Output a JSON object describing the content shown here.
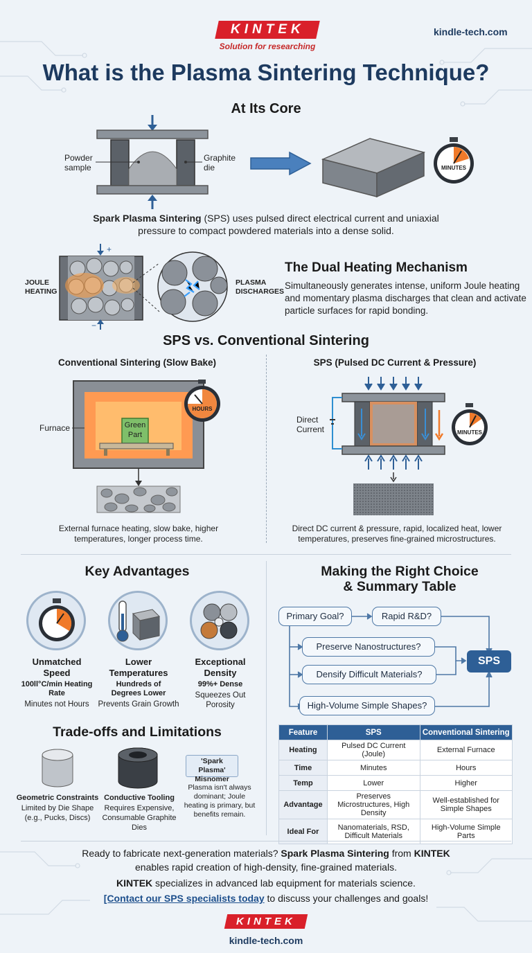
{
  "header": {
    "logo": "KINTEK",
    "tagline": "Solution for researching",
    "domain": "kindle-tech.com"
  },
  "title": "What is the Plasma Sintering Technique?",
  "core": {
    "heading": "At Its Core",
    "label_powder": "Powder sample",
    "label_die": "Graphite die",
    "timer_label": "MINUTES",
    "desc_bold": "Spark Plasma Sintering",
    "desc_rest": " (SPS) uses pulsed direct electrical current and uniaxial pressure to compact powdered materials into a dense solid."
  },
  "dual": {
    "label_joule": "JOULE HEATING",
    "label_plasma": "PLASMA DISCHARGES",
    "heading": "The Dual Heating Mechanism",
    "text": "Simultaneously generates intense, uniform Joule heating and momentary plasma discharges that clean and activate particle surfaces for rapid bonding."
  },
  "comparison": {
    "heading": "SPS vs. Conventional Sintering",
    "left_title": "Conventional Sintering (Slow Bake)",
    "furnace_label": "Furnace",
    "green_part": "Green Part",
    "hours_label": "HOURS",
    "left_desc": "External furnace heating, slow bake, higher temperatures, longer process time.",
    "right_title": "SPS (Pulsed DC Current & Pressure)",
    "current_label": "Direct Current",
    "minutes_label": "MINUTES",
    "right_desc": "Direct DC current & pressure, rapid, localized heat, lower temperatures, preserves fine-grained microstructures."
  },
  "advantages": {
    "heading": "Key Advantages",
    "items": [
      {
        "title": "Unmatched Speed",
        "sub": "100ll°C/min Heating Rate",
        "note": "Minutes not Hours"
      },
      {
        "title": "Lower Temperatures",
        "sub": "Hundreds of Degrees Lower",
        "note": "Prevents Grain Growth"
      },
      {
        "title": "Exceptional Density",
        "sub": "99%+ Dense",
        "note": "Squeezes Out Porosity"
      }
    ]
  },
  "tradeoffs": {
    "heading": "Trade-offs and Limitations",
    "items": [
      {
        "title": "Geometric Constraints",
        "note": "Limited by Die Shape (e.g., Pucks, Discs)"
      },
      {
        "title": "Conductive Tooling",
        "note": "Requires Expensive, Consumable Graphite Dies"
      },
      {
        "title": "'Spark Plasma' Misnomer",
        "note": "Plasma isn't always dominant; Joule heating is primary, but benefits remain."
      }
    ]
  },
  "choice": {
    "heading_line1": "Making the Right Choice",
    "heading_line2": "& Summary Table",
    "flow": {
      "primary_goal": "Primary Goal?",
      "rapid_rd": "Rapid R&D?",
      "preserve": "Preserve Nanostructures?",
      "densify": "Densify Difficult Materials?",
      "high_volume": "High-Volume Simple Shapes?",
      "sps": "SPS"
    },
    "table": {
      "headers": [
        "Feature",
        "SPS",
        "Conventional Sintering"
      ],
      "rows": [
        [
          "Heating",
          "Pulsed DC Current (Joule)",
          "External Furnace"
        ],
        [
          "Time",
          "Minutes",
          "Hours"
        ],
        [
          "Temp",
          "Lower",
          "Higher"
        ],
        [
          "Advantage",
          "Preserves Microstructures, High Density",
          "Well-established for Simple Shapes"
        ],
        [
          "Ideal For",
          "Nanomaterials, RSD, Difficult Materials",
          "High-Volume Simple Parts"
        ]
      ]
    }
  },
  "footer": {
    "line1_a": "Ready to fabricate next-generation materials? ",
    "line1_b": "Spark Plasma Sintering",
    "line1_c": " from ",
    "line1_d": "KINTEK",
    "line2": "enables rapid creation of high-density, fine-grained materials.",
    "line3_a": "KINTEK",
    "line3_b": " specializes in advanced lab equipment for materials science.",
    "line4_link": "[Contact our SPS specialists today",
    "line4_rest": " to discuss your challenges and goals!",
    "logo": "KINTEK",
    "domain": "kindle-tech.com"
  },
  "colors": {
    "navy": "#1d3a5f",
    "brand_red": "#d9202a",
    "accent_blue": "#2e5f96",
    "orange": "#f07a2a"
  }
}
